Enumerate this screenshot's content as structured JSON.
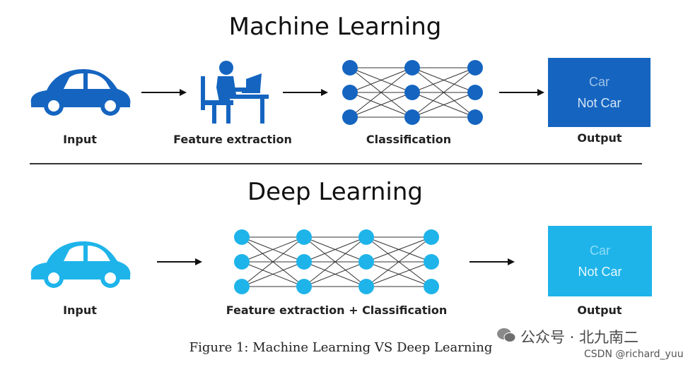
{
  "ml": {
    "title": "Machine Learning",
    "input_label": "Input",
    "feature_label": "Feature extraction",
    "classification_label": "Classification",
    "output_label": "Output",
    "output_car": "Car",
    "output_not_car": "Not Car"
  },
  "dl": {
    "title": "Deep Learning",
    "input_label": "Input",
    "combined_label": "Feature extraction + Classification",
    "output_label": "Output",
    "output_car": "Car",
    "output_not_car": "Not Car"
  },
  "caption": "Figure 1: Machine Learning VS Deep Learning",
  "watermark": {
    "account": "公众号 · 北九南二",
    "csdn": "CSDN @richard_yuu"
  },
  "colors": {
    "ml_blue": "#1565c0",
    "dl_blue": "#1eb4ea",
    "ml_text_dim": "#9ec0e6",
    "ml_text": "#d7e6f7",
    "dl_text_dim": "#8fdcf6",
    "dl_text": "#e8f8fe"
  },
  "icons": [
    "car-icon",
    "person-at-desk-icon",
    "neural-network-icon",
    "arrow-right-icon",
    "wechat-icon"
  ]
}
